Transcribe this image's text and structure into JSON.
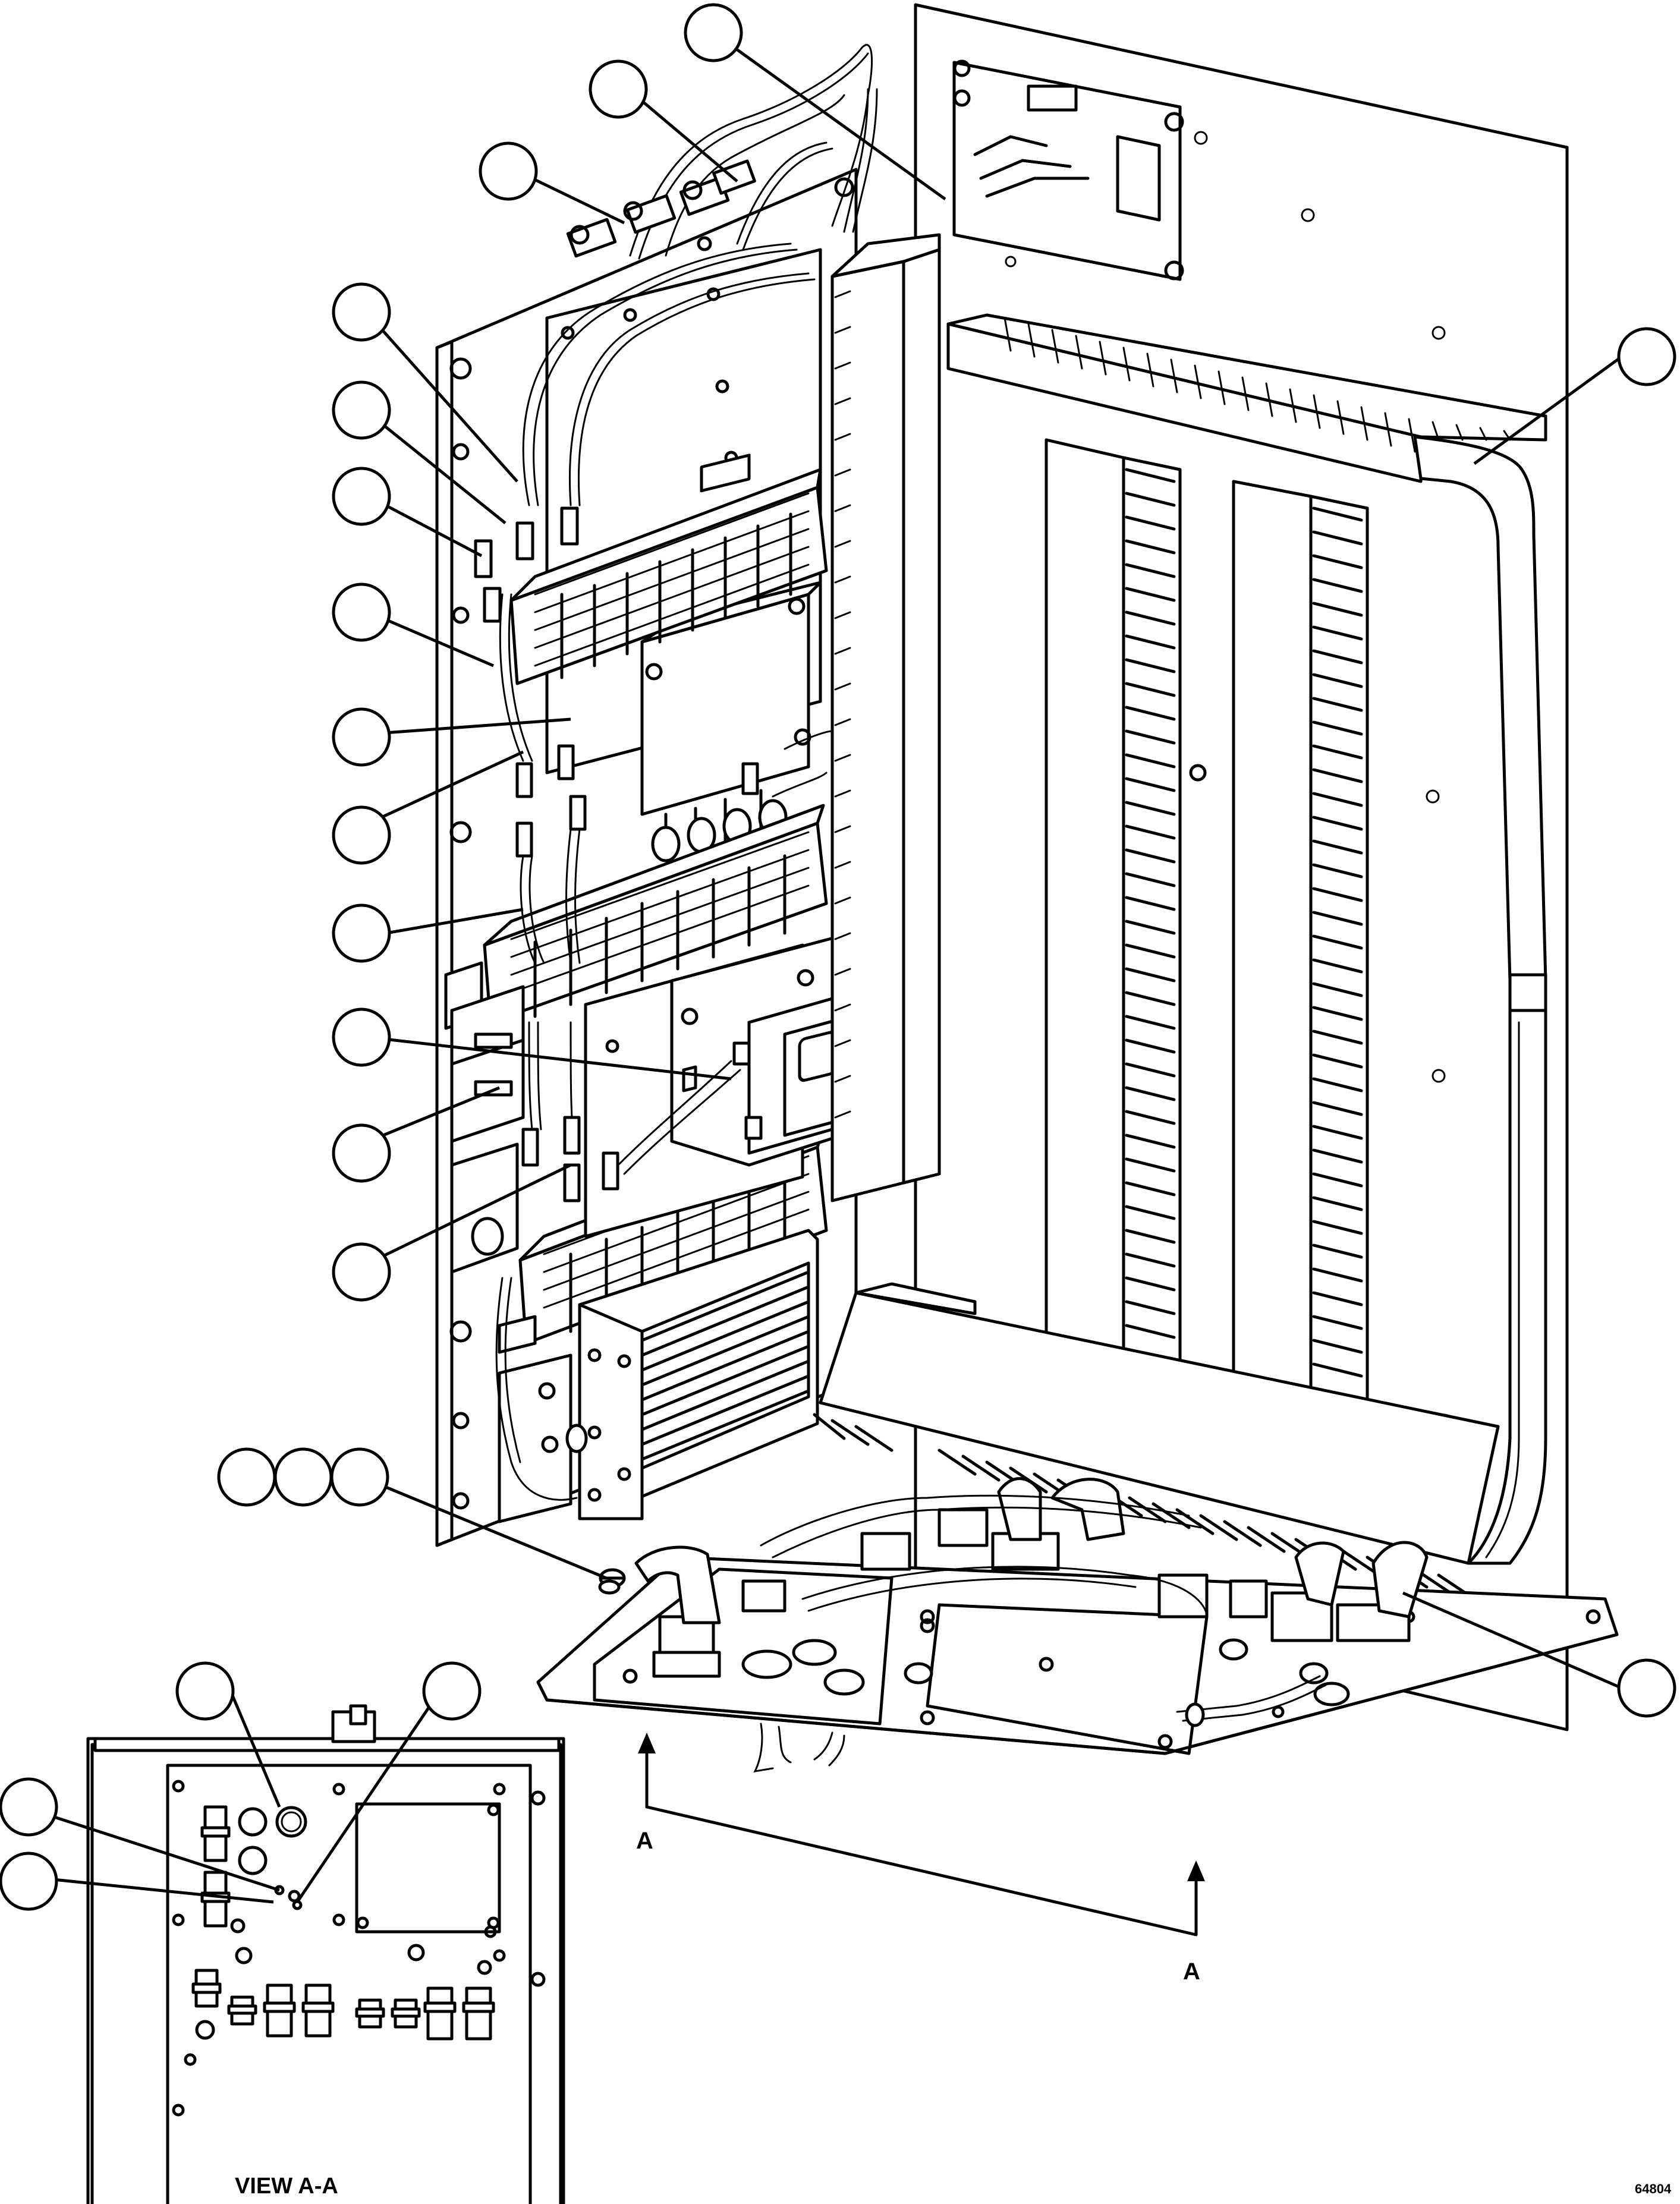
{
  "drawing": {
    "section_marker_top": "A",
    "section_marker_bottom": "A",
    "view_title": "VIEW A-A",
    "drawing_number": "64804"
  },
  "icons": {
    "callout": "callout-balloon-icon",
    "arrow": "section-arrow-icon",
    "ground_lug": "ground-lug-icon",
    "connector": "connector-icon"
  },
  "colors": {
    "line": "#000000",
    "background": "#ffffff"
  }
}
